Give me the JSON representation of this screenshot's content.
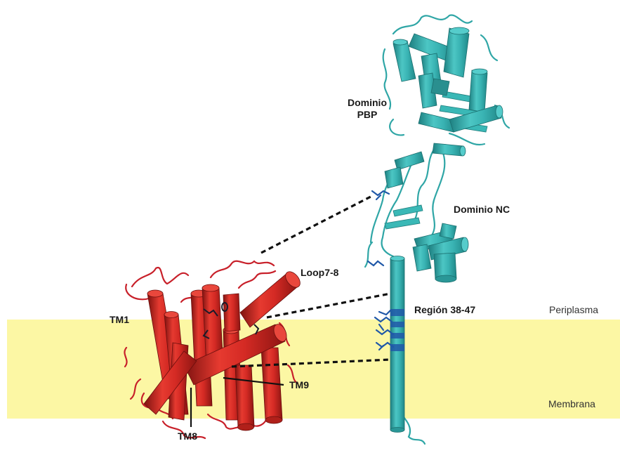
{
  "labels": {
    "dominio_pbp": "Dominio\nPBP",
    "dominio_nc": "Dominio NC",
    "loop78": "Loop7-8",
    "region3847": "Región 38-47",
    "tm1": "TM1",
    "tm8": "TM8",
    "tm9": "TM9",
    "periplasma": "Periplasma",
    "membrana": "Membrana"
  },
  "colors": {
    "membrane_band": "#fcf7a4",
    "transmembrane_protein": "#d42a24",
    "periplasmic_protein": "#39b3b3",
    "residue_highlight": "#2058a8",
    "connector_lines": "#111111"
  }
}
